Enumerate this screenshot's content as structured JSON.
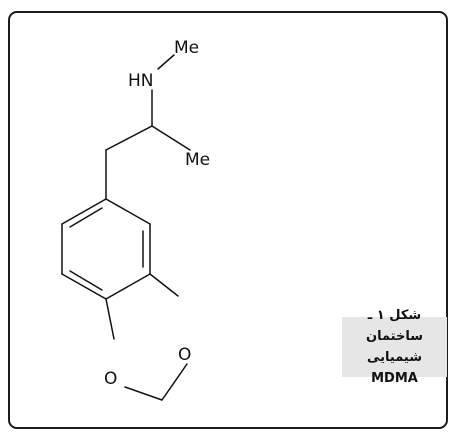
{
  "structure": {
    "labels": {
      "methyl_top": "Me",
      "amine": "HN",
      "methyl_side": "Me",
      "ring_oxygen_1": "O",
      "ring_oxygen_2": "O"
    }
  },
  "caption": {
    "line1": "شکل ۱ ـ ساختمان",
    "line2": "شیمیایی MDMA"
  }
}
